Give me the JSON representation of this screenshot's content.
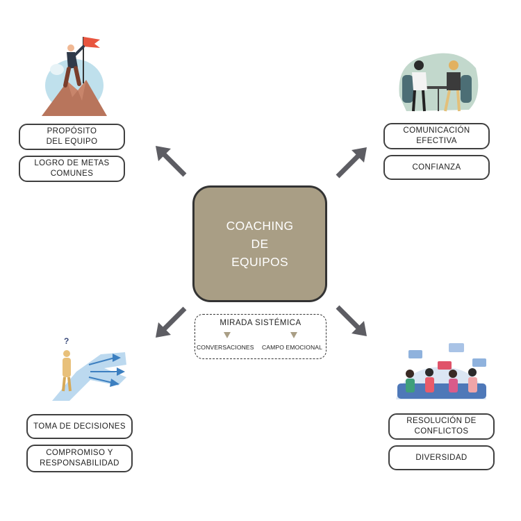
{
  "center": {
    "title": "COACHING\nDE\n EQUIPOS"
  },
  "systemic": {
    "title": "MIRADA SISTÉMICA",
    "left_label": "CONVERSACIONES",
    "right_label": "CAMPO EMOCIONAL"
  },
  "top_left": {
    "labels": [
      "PROPÓSITO\nDEL EQUIPO",
      "LOGRO DE METAS\n COMUNES"
    ]
  },
  "top_right": {
    "labels": [
      "COMUNICACIÓN\nEFECTIVA",
      "CONFIANZA"
    ]
  },
  "bottom_left": {
    "labels": [
      "TOMA DE DECISIONES",
      "COMPROMISO Y\nRESPONSABILIDAD"
    ]
  },
  "bottom_right": {
    "labels": [
      "RESOLUCIÓN DE\nCONFLICTOS",
      "DIVERSIDAD"
    ]
  },
  "colors": {
    "accent": "#a99e85",
    "border": "#3f3f3f",
    "arrow": "#5d5d63"
  },
  "icons": [
    "mountain-flag-climber-illustration",
    "two-people-meeting-illustration",
    "person-crossroads-illustration",
    "group-discussion-illustration"
  ]
}
